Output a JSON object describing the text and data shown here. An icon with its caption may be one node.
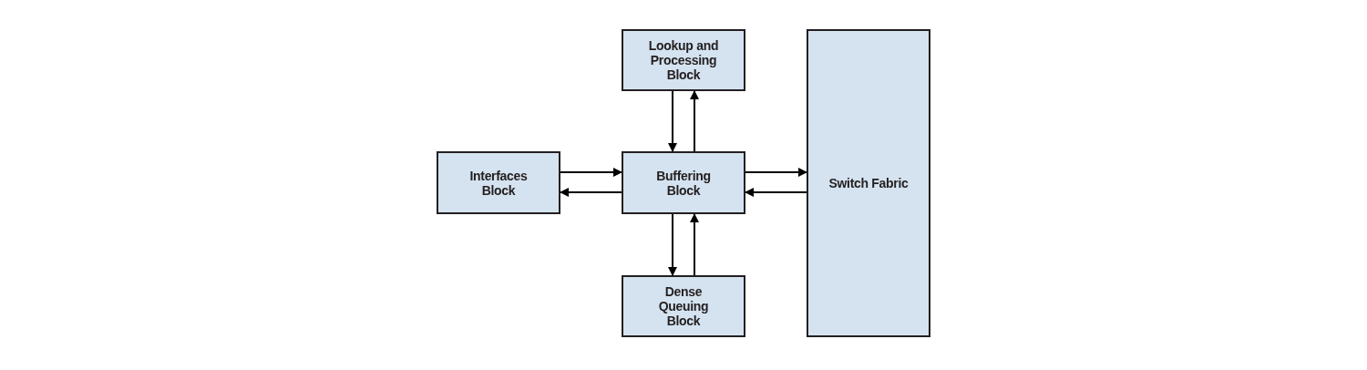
{
  "diagram": {
    "nodes": [
      {
        "text": [
          "Lookup and Processing Block"
        ]
      },
      {
        "text": [
          "Interfaces Block"
        ]
      },
      {
        "text": [
          "Buffering Block"
        ]
      },
      {
        "text": [
          "Switch Fabric"
        ]
      },
      {
        "text": [
          "Dense Queuing Block"
        ]
      }
    ],
    "edges": [
      {
        "from": 0,
        "to": 2,
        "arrow": "to"
      },
      {
        "from": 2,
        "to": 0,
        "arrow": "to"
      },
      {
        "from": 1,
        "to": 2,
        "arrow": "to"
      },
      {
        "from": 2,
        "to": 1,
        "arrow": "to"
      },
      {
        "from": 2,
        "to": 3,
        "arrow": "to"
      },
      {
        "from": 3,
        "to": 2,
        "arrow": "to"
      },
      {
        "from": 2,
        "to": 4,
        "arrow": "to"
      },
      {
        "from": 4,
        "to": 2,
        "arrow": "to"
      }
    ]
  }
}
